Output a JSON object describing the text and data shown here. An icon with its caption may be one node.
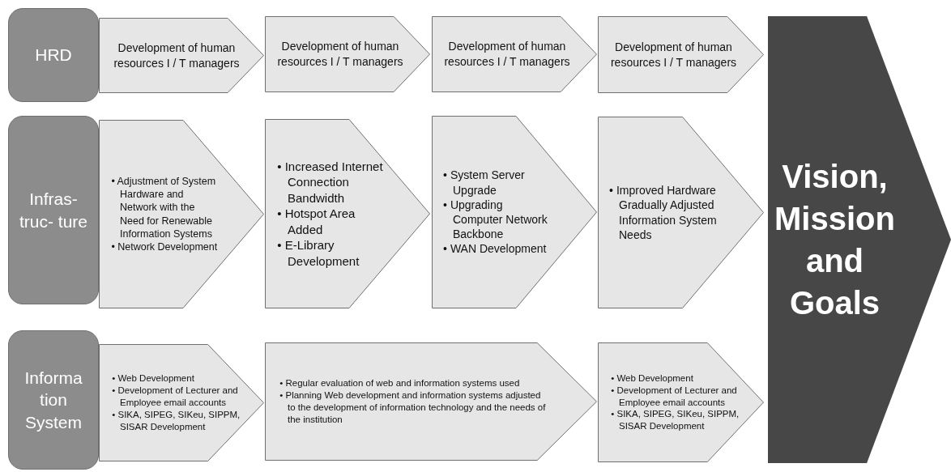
{
  "diagram": {
    "nodes": [
      {
        "text": [
          "HRD"
        ]
      },
      {
        "text": [
          "Development of human resources I / T managers"
        ]
      },
      {
        "text": [
          "Development of human resources I / T managers"
        ]
      },
      {
        "text": [
          "Development of human resources I / T managers"
        ]
      },
      {
        "text": [
          "Development of human resources I / T managers"
        ]
      },
      {
        "text": [
          "Infras- truc- ture"
        ]
      },
      {
        "text": [
          "• Adjustment of System Hardware and Network with the Need for Renewable Information Systems",
          "• Network Development"
        ]
      },
      {
        "text": [
          "• Increased Internet Connection Bandwidth",
          "• Hotspot Area Added",
          "• E-Library Development"
        ]
      },
      {
        "text": [
          "• System Server Upgrade",
          "• Upgrading Computer Network Backbone",
          "• WAN Development"
        ]
      },
      {
        "text": [
          "• Improved Hardware Gradually Adjusted Information System Needs"
        ]
      },
      {
        "text": [
          "Informa tion System"
        ]
      },
      {
        "text": [
          "• Web Development",
          "• Development of Lecturer and Employee email accounts",
          "• SIKA, SIPEG, SIKeu, SIPPM, SISAR Development"
        ]
      },
      {
        "text": [
          "• Regular evaluation of web and information systems used",
          "• Planning Web development and information systems adjusted to the development of information technology and the needs of the institution"
        ]
      },
      {
        "text": [
          "• Web Development",
          "• Development of Lecturer and Employee email accounts",
          "• SIKA, SIPEG, SIKeu, SIPPM, SISAR Development"
        ]
      },
      {
        "text": [
          "Vision, Mission and Goals"
        ]
      }
    ]
  }
}
